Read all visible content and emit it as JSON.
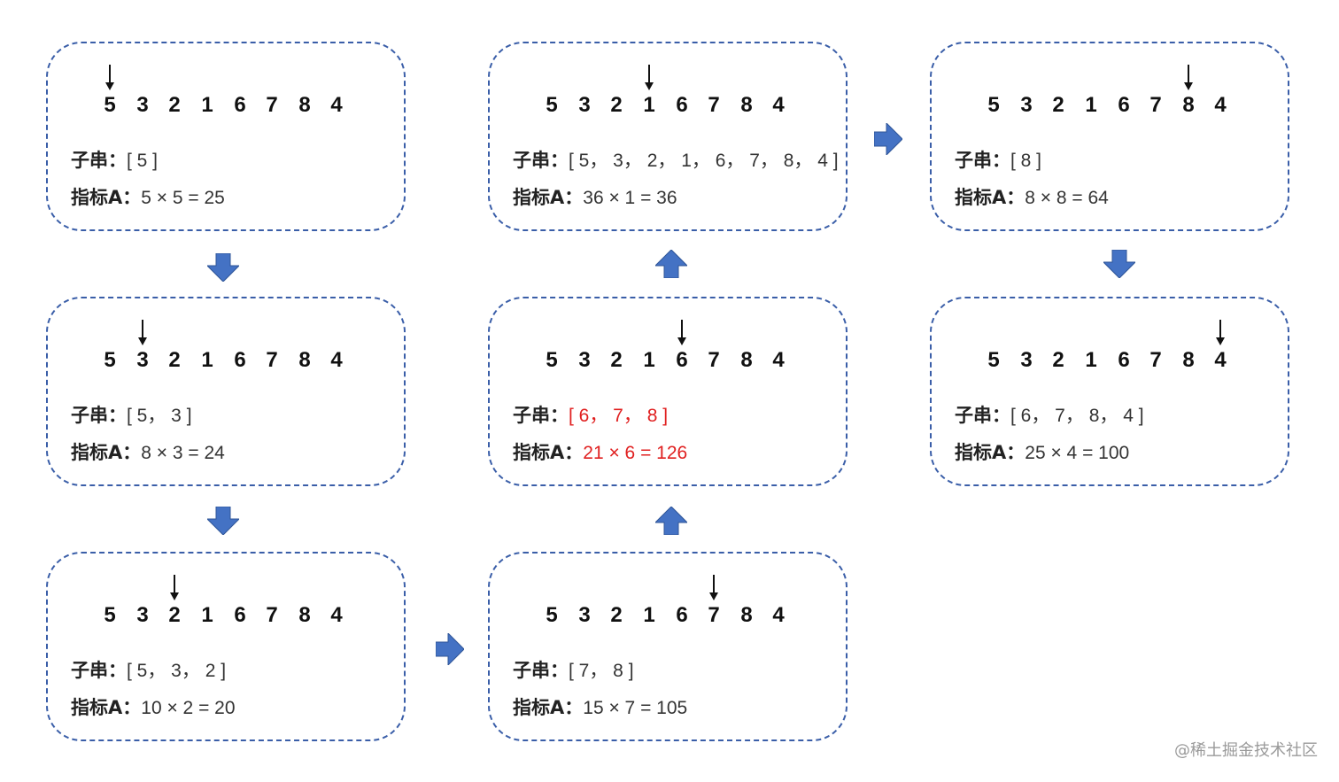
{
  "sequence": [
    "5",
    "3",
    "2",
    "1",
    "6",
    "7",
    "8",
    "4"
  ],
  "labels": {
    "substring": "子串：",
    "metric": "指标A："
  },
  "steps": [
    {
      "pointer_index": 0,
      "substring": "[ 5 ]",
      "metric": "5 × 5 = 25",
      "highlight": false
    },
    {
      "pointer_index": 1,
      "substring": "[ 5， 3 ]",
      "metric": "8 × 3 = 24",
      "highlight": false
    },
    {
      "pointer_index": 2,
      "substring": "[ 5， 3， 2 ]",
      "metric": "10 × 2 = 20",
      "highlight": false
    },
    {
      "pointer_index": 5,
      "substring": "[ 7， 8 ]",
      "metric": "15 × 7 = 105",
      "highlight": false
    },
    {
      "pointer_index": 4,
      "substring": "[ 6， 7， 8 ]",
      "metric": "21 × 6 = 126",
      "highlight": true
    },
    {
      "pointer_index": 3,
      "substring": "[ 5， 3， 2， 1， 6， 7， 8， 4 ]",
      "metric": "36 × 1 = 36",
      "highlight": false
    },
    {
      "pointer_index": 6,
      "substring": "[ 8 ]",
      "metric": "8 × 8 = 64",
      "highlight": false
    },
    {
      "pointer_index": 7,
      "substring": "[ 6， 7， 8， 4 ]",
      "metric": "25 × 4 = 100",
      "highlight": false
    }
  ],
  "arrows": [
    {
      "direction": "down"
    },
    {
      "direction": "down"
    },
    {
      "direction": "right"
    },
    {
      "direction": "up"
    },
    {
      "direction": "up"
    },
    {
      "direction": "right"
    },
    {
      "direction": "down"
    }
  ],
  "colors": {
    "border": "#3a5ea8",
    "arrow": "#4472c4",
    "arrow_stroke": "#2f5597",
    "highlight": "#e02020"
  },
  "watermark": "@稀土掘金技术社区"
}
